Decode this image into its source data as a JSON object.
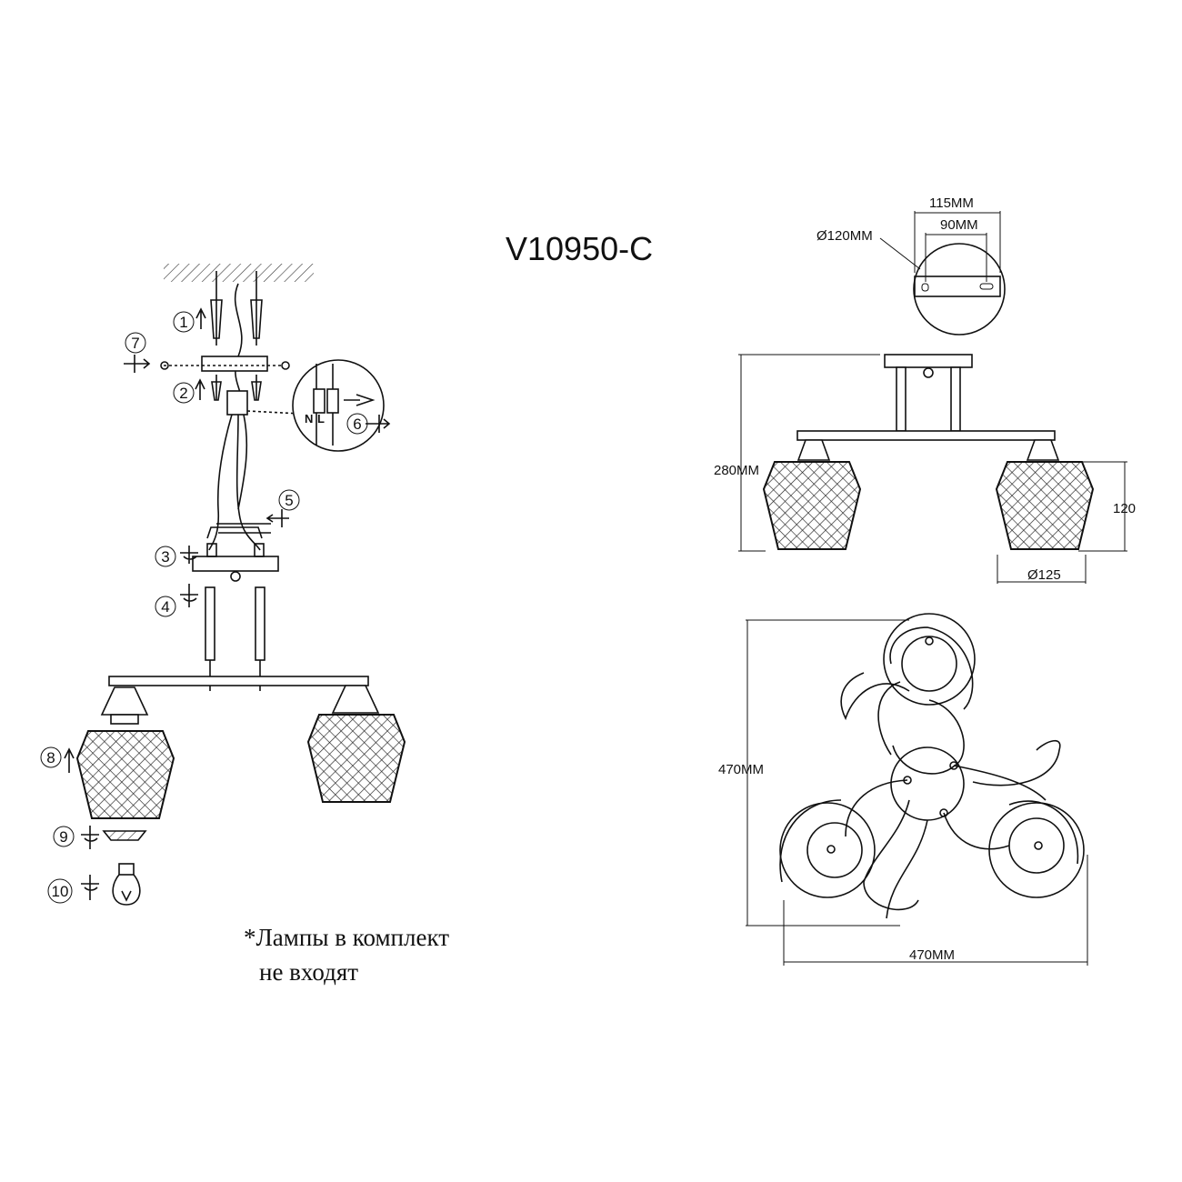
{
  "model": "V10950-C",
  "note": {
    "line1": "*Лампы в комплект",
    "line2": "не входят"
  },
  "steps": [
    "1",
    "2",
    "3",
    "4",
    "5",
    "6",
    "7",
    "8",
    "9",
    "10"
  ],
  "wiring": {
    "neutral": "N",
    "live": "L"
  },
  "dimensions": {
    "canopy_diameter": "Ø120MM",
    "canopy_width": "115MM",
    "mount_holes": "90MM",
    "height": "280MM",
    "shade_height": "120",
    "shade_diameter": "Ø125",
    "plan_depth": "470MM",
    "plan_width": "470MM"
  }
}
